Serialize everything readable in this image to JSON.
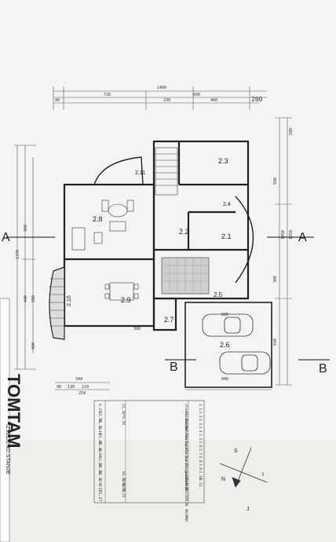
{
  "section_marks": {
    "a_left": "A",
    "a_right": "A",
    "b_left": "B",
    "b_right": "B"
  },
  "rooms": {
    "r21": "2.1",
    "r22": "2.2",
    "r23": "2.3",
    "r24": "2.4",
    "r25": "2.5",
    "r26": "2.6",
    "r27": "2.7",
    "r28": "2.8",
    "r29": "2.9",
    "r210": "2.10",
    "r211": "2.11"
  },
  "dimensions": {
    "top_total": "1400",
    "top_720": "720",
    "top_690": "690",
    "top_460": "460",
    "top_230": "230",
    "top_200": "200",
    "top_90": "90",
    "left_1370": "1370",
    "left_440": "440",
    "left_360": "360",
    "left_500": "500",
    "left_400": "400",
    "right_580": "580",
    "right_1050": "1050",
    "right_300": "300",
    "right_640": "640",
    "right_1950": "1950",
    "right_500": "500",
    "bottom_840": "840",
    "bottom_600": "600",
    "bottom_380": "380",
    "bottom_344": "344",
    "bottom_130": "130",
    "bottom_210": "210",
    "bottom_90": "90",
    "bottom_254": "254"
  },
  "schedule": {
    "rows": [
      {
        "no": "2.1",
        "name": "Ulazni trijem",
        "area": "12,30*0,50",
        "value": "6,15"
      },
      {
        "no": "2.2",
        "name": "Ulazni hol",
        "area": "",
        "value": "18,70"
      },
      {
        "no": "2.3",
        "name": "Radna soba",
        "area": "",
        "value": "14,10"
      },
      {
        "no": "2.4",
        "name": "Wc",
        "area": "",
        "value": "2,48"
      },
      {
        "no": "2.5",
        "name": "Kuhinja",
        "area": "",
        "value": "15,40"
      },
      {
        "no": "2.6",
        "name": "Garaža",
        "area": "",
        "value": "35,40"
      },
      {
        "no": "2.7",
        "name": "Ostava",
        "area": "",
        "value": "4,60"
      },
      {
        "no": "2.8",
        "name": "Dnevni boravak",
        "area": "",
        "value": "43,30"
      },
      {
        "no": "2.9",
        "name": "Blagovaonica",
        "area": "",
        "value": "23,80"
      },
      {
        "no": "2.10",
        "name": "Lođa",
        "area": "18,50*0,75",
        "value": "12,37"
      },
      {
        "no": "2.11",
        "name": "Balkon",
        "area": "7,60*0,25",
        "value": "1,90"
      }
    ],
    "total_label": "PRIZEMLJE UKUPNO",
    "total_value": "181,27"
  },
  "title_block": {
    "caption": "IZVEDENO STANJE",
    "name_fragment": "TOMTAM"
  },
  "compass": {
    "n": "N",
    "s": "S",
    "i": "I",
    "j": "J"
  }
}
